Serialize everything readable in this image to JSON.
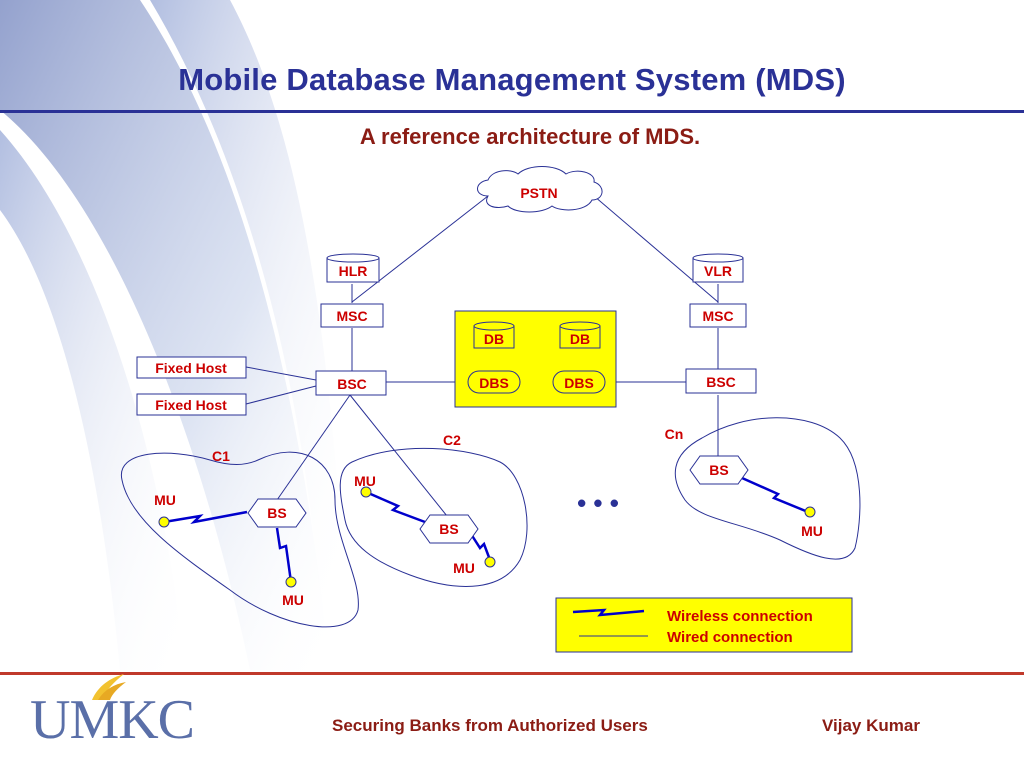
{
  "slide": {
    "title": "Mobile Database Management System (MDS)",
    "subtitle": "A reference architecture of MDS."
  },
  "diagram": {
    "pstn": "PSTN",
    "hlr": "HLR",
    "vlr": "VLR",
    "msc_left": "MSC",
    "msc_right": "MSC",
    "bsc_left": "BSC",
    "bsc_right": "BSC",
    "fixed_host_1": "Fixed Host",
    "fixed_host_2": "Fixed Host",
    "db_1": "DB",
    "db_2": "DB",
    "dbs_1": "DBS",
    "dbs_2": "DBS",
    "cell_c1": "C1",
    "cell_c2": "C2",
    "cell_cn": "Cn",
    "bs_c1": "BS",
    "bs_c2": "BS",
    "bs_cn": "BS",
    "mu_c1_left": "MU",
    "mu_c1_bottom": "MU",
    "mu_c2_top": "MU",
    "mu_c2_bottom": "MU",
    "mu_cn": "MU",
    "ellipsis": "• • •"
  },
  "legend": {
    "wireless": "Wireless connection",
    "wired": "Wired connection"
  },
  "footer": {
    "logo": "UMKC",
    "title": "Securing Banks from Authorized Users",
    "author": "Vijay Kumar"
  },
  "colors": {
    "title": "#2a3196",
    "label_text": "#cc0000",
    "subtitle": "#8b1c14",
    "line": "#2a3196",
    "highlight_box": "#ffff00",
    "node_mu": "#ffff00",
    "divider": "#c0392b"
  }
}
